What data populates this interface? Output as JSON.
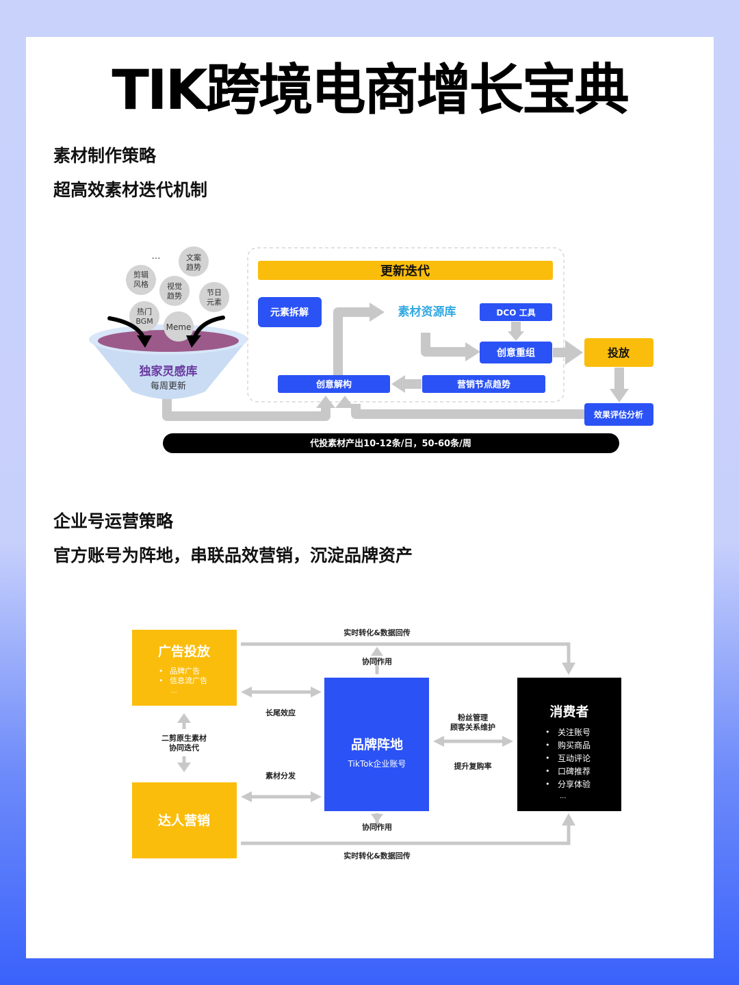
{
  "title": "TIK跨境电商增长宝典",
  "section1": {
    "heading": "素材制作策略",
    "subheading": "超高效素材迭代机制",
    "bubbles": {
      "ellipsis": "…",
      "wenan": [
        "文案",
        "趋势"
      ],
      "jianji": [
        "剪辑",
        "风格"
      ],
      "shijue": [
        "视觉",
        "趋势"
      ],
      "jieri": [
        "节日",
        "元素"
      ],
      "remen": [
        "热门",
        "BGM"
      ],
      "meme": "Meme"
    },
    "bowl": {
      "title": "独家灵感库",
      "subtitle": "每周更新"
    },
    "update_bar": "更新迭代",
    "element_split": "元素拆解",
    "library": "素材资源库",
    "dco_tool": "DCO 工具",
    "recombine": "创意重组",
    "deliver": "投放",
    "creative_deconstruct": "创意解构",
    "marketing_trend": "营销节点趋势",
    "effect_eval": "效果评估分析",
    "output_bar": "代投素材产出10-12条/日，50-60条/周"
  },
  "section2": {
    "heading": "企业号运营策略",
    "subheading": "官方账号为阵地，串联品效营销，沉淀品牌资产",
    "ads": {
      "title": "广告投放",
      "items": [
        "品牌广告",
        "信息流广告"
      ],
      "more": "..."
    },
    "kol": {
      "title": "达人营销"
    },
    "brand": {
      "title": "品牌阵地",
      "subtitle": "TikTok企业账号"
    },
    "consumer": {
      "title": "消费者",
      "items": [
        "关注账号",
        "购买商品",
        "互动评论",
        "口碑推荐",
        "分享体验"
      ],
      "more": "..."
    },
    "top_link": "实时转化&数据回传",
    "bottom_link": "实时转化&数据回传",
    "synergy_top": "协同作用",
    "synergy_bottom": "协同作用",
    "long_tail": "长尾效应",
    "material_dist": "素材分发",
    "remix": [
      "二剪原生素材",
      "协同迭代"
    ],
    "fan_mgmt": [
      "粉丝管理",
      "顾客关系维护"
    ],
    "repurchase": "提升复购率"
  },
  "colors": {
    "blue": "#2a52f5",
    "yellow": "#fbbd0c",
    "grey_arrow": "#c8c8c8",
    "library_text": "#34a8e0",
    "bowl_title": "#6a3aa0"
  }
}
